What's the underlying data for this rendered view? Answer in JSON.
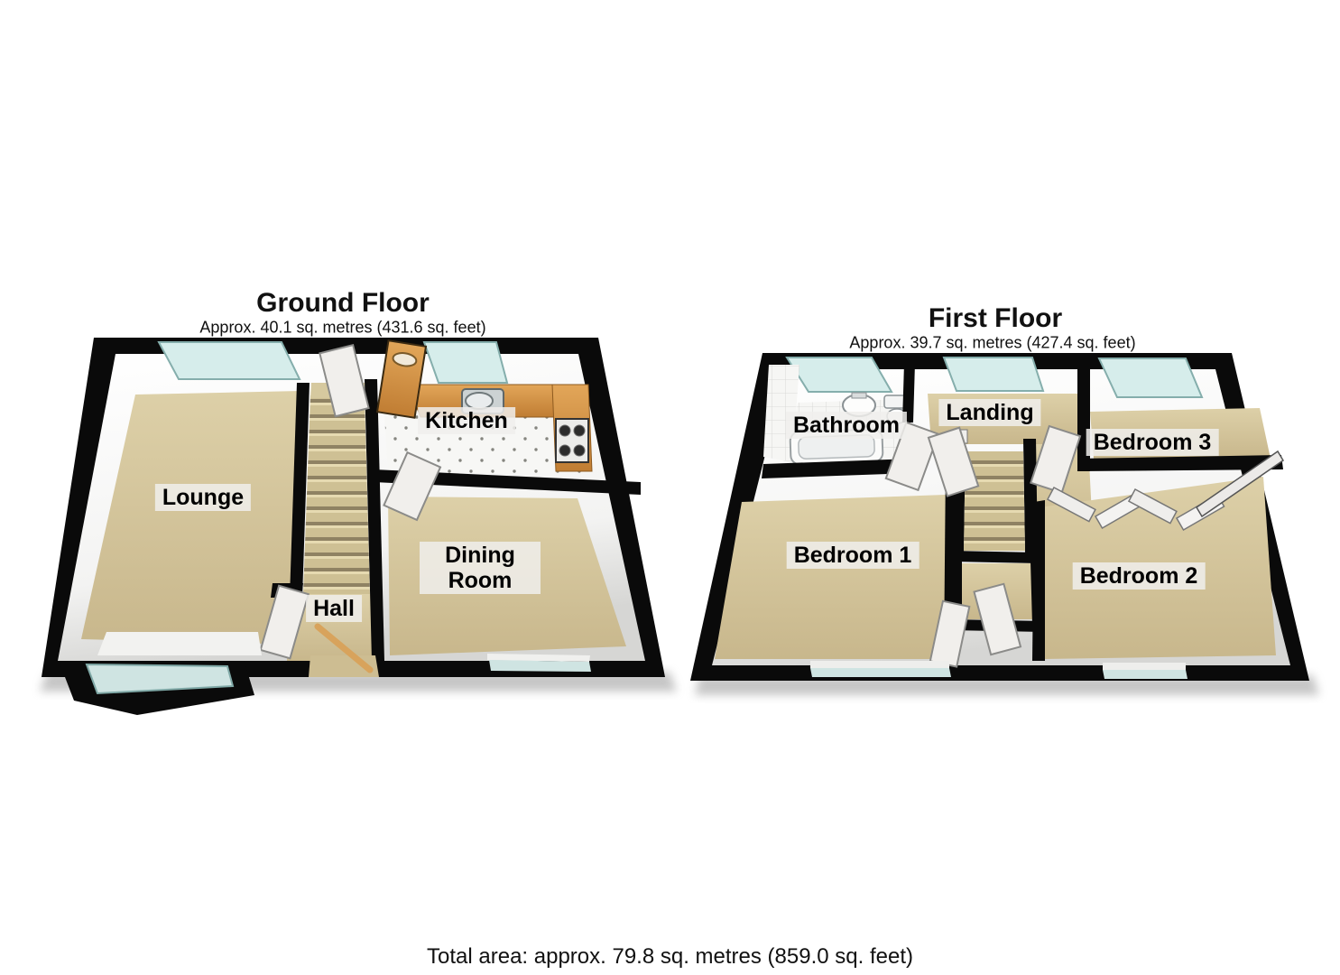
{
  "ground_floor": {
    "title": "Ground Floor",
    "area": "Approx. 40.1 sq. metres (431.6 sq. feet)",
    "rooms": {
      "lounge": "Lounge",
      "kitchen": "Kitchen",
      "dining_room": "Dining Room",
      "hall": "Hall"
    }
  },
  "first_floor": {
    "title": "First Floor",
    "area": "Approx. 39.7 sq. metres (427.4 sq. feet)",
    "rooms": {
      "bathroom": "Bathroom",
      "landing": "Landing",
      "bedroom_1": "Bedroom 1",
      "bedroom_2": "Bedroom 2",
      "bedroom_3": "Bedroom 3"
    }
  },
  "footer": {
    "total_area": "Total area: approx. 79.8 sq. metres (859.0 sq. feet)"
  },
  "colors": {
    "wall": "#0a0a0a",
    "carpet": "#d2c196",
    "window_glass": "#d6edeb",
    "kitchen_counter": "#d1914a",
    "wood_door": "#c8924f",
    "stair_tread": "#cec094",
    "label_background": "#f0efec"
  }
}
